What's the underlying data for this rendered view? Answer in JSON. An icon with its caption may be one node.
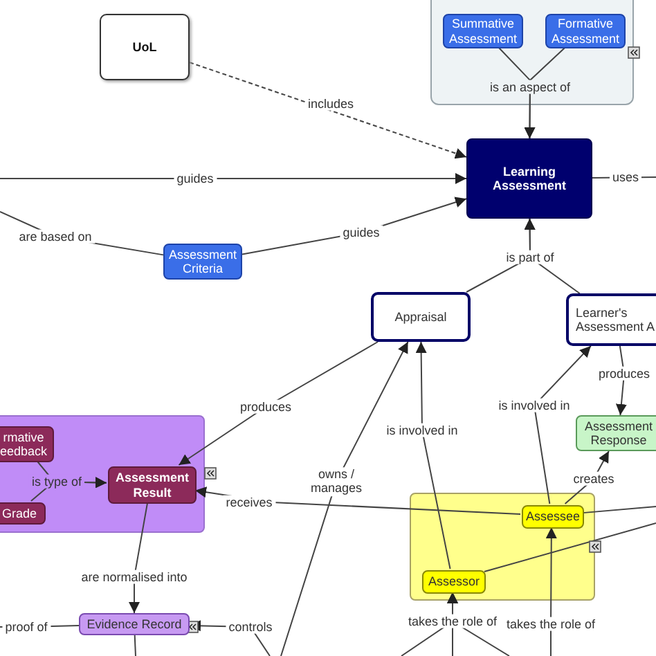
{
  "diagram": {
    "nodes": [
      {
        "text": [
          "UoL"
        ]
      },
      {
        "text": [],
        "shape": "box"
      },
      {
        "text": [
          "Summative Assessment"
        ],
        "in": 1
      },
      {
        "text": [
          "Formative Assessment"
        ],
        "in": 1
      },
      {
        "text": [
          "Learning Assessment"
        ]
      },
      {
        "text": [
          "Assessment Criteria"
        ]
      },
      {
        "text": [
          "Appraisal"
        ]
      },
      {
        "text": [
          "Learner's Assessment A"
        ]
      },
      {
        "text": [],
        "shape": "box"
      },
      {
        "text": [
          "rmative eedback"
        ],
        "in": 8
      },
      {
        "text": [
          "Assessment Result"
        ],
        "in": 8
      },
      {
        "text": [
          "Grade"
        ],
        "in": 8
      },
      {
        "text": [
          "Assessment Response"
        ]
      },
      {
        "text": [],
        "shape": "box"
      },
      {
        "text": [
          "Assessee"
        ],
        "in": 13
      },
      {
        "text": [
          "Assessor"
        ],
        "in": 13
      },
      {
        "text": [
          "Evidence Record"
        ]
      }
    ],
    "edges": [
      {
        "from": 0,
        "to": 4,
        "arrow": "to",
        "label": "includes",
        "style": "dashed"
      },
      {
        "from": 2,
        "to": 4,
        "arrow": "to",
        "label": "is an aspect of"
      },
      {
        "from": 3,
        "to": 4,
        "arrow": "to"
      },
      {
        "from": null,
        "to": 4,
        "arrow": "to",
        "label": "guides"
      },
      {
        "from": 4,
        "to": null,
        "arrow": "none",
        "label": "uses"
      },
      {
        "from": null,
        "to": 5,
        "arrow": "none",
        "label": "are based on"
      },
      {
        "from": 5,
        "to": 4,
        "arrow": "to",
        "label": "guides"
      },
      {
        "from": 6,
        "to": 4,
        "arrow": "to",
        "label": "is part of"
      },
      {
        "from": 7,
        "to": 4,
        "arrow": "to"
      },
      {
        "from": 6,
        "to": 10,
        "arrow": "to",
        "label": "produces"
      },
      {
        "from": 15,
        "to": 6,
        "arrow": "to",
        "label": "is involved in"
      },
      {
        "from": 14,
        "to": 7,
        "arrow": "to",
        "label": "is involved in"
      },
      {
        "from": 7,
        "to": 12,
        "arrow": "to",
        "label": "produces"
      },
      {
        "from": 9,
        "to": 10,
        "arrow": "to",
        "label": "is type of"
      },
      {
        "from": 11,
        "to": 10,
        "arrow": "to"
      },
      {
        "from": null,
        "to": 6,
        "arrow": "to",
        "label": "owns / manages"
      },
      {
        "from": 14,
        "to": 12,
        "arrow": "to",
        "label": "creates"
      },
      {
        "from": 14,
        "to": 10,
        "arrow": "to",
        "label": "receives"
      },
      {
        "from": 14,
        "to": null,
        "arrow": "none"
      },
      {
        "from": 15,
        "to": null,
        "arrow": "none"
      },
      {
        "from": 10,
        "to": 16,
        "arrow": "to",
        "label": "are normalised into"
      },
      {
        "from": 16,
        "to": null,
        "arrow": "none",
        "label": "proof of"
      },
      {
        "from": null,
        "to": 16,
        "arrow": "to",
        "label": "controls"
      },
      {
        "from": 16,
        "to": null,
        "arrow": "none"
      },
      {
        "from": null,
        "to": 15,
        "arrow": "to",
        "label": "takes the role of"
      },
      {
        "from": null,
        "to": 15,
        "arrow": "to"
      },
      {
        "from": null,
        "to": 15,
        "arrow": "to"
      },
      {
        "from": null,
        "to": 14,
        "arrow": "to",
        "label": "takes the role of"
      }
    ]
  }
}
